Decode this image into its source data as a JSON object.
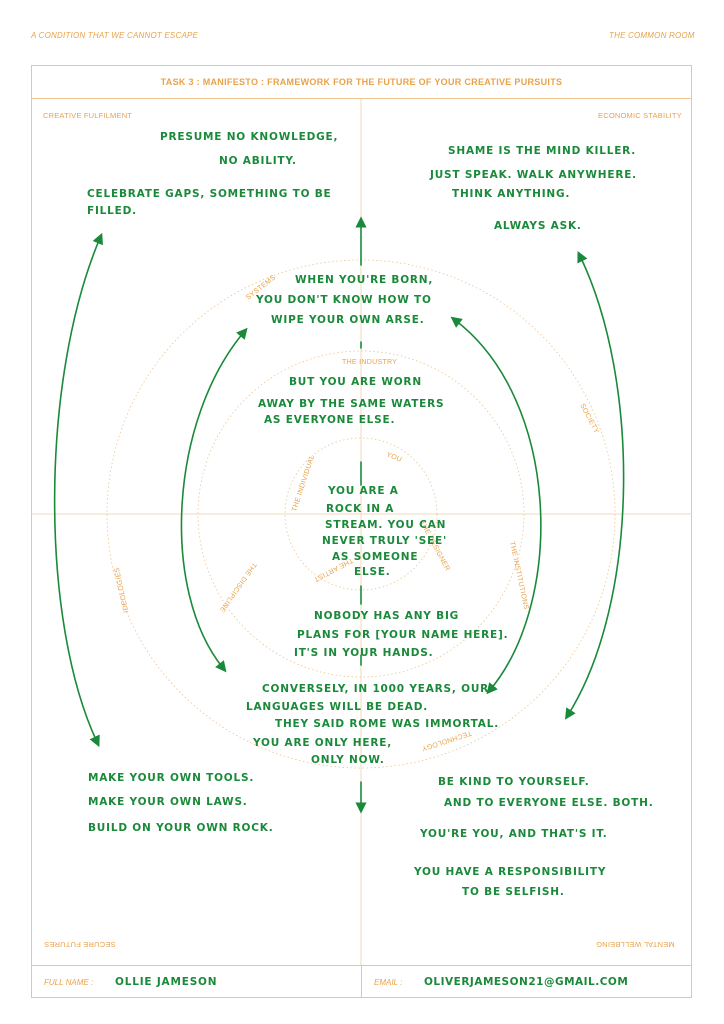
{
  "header": {
    "left": "A CONDITION THAT WE CANNOT ESCAPE",
    "right": "THE COMMON ROOM"
  },
  "title": "TASK 3  :  MANIFESTO  :  FRAMEWORK FOR THE FUTURE OF YOUR CREATIVE PURSUITS",
  "quadrants": {
    "top_left": "CREATIVE FULFILMENT",
    "top_right": "ECONOMIC STABILITY",
    "bottom_left": "SECURE FUTURES",
    "bottom_right": "MENTAL WELLBEING"
  },
  "rings": {
    "outer": [
      "SYSTEMS",
      "SOCIETY",
      "TECHNOLOGY",
      "IDEOLOGIES"
    ],
    "middle": [
      "THE INDUSTRY",
      "THE INSTITUTIONS",
      "THE DISCIPLINE"
    ],
    "inner": [
      "YOU",
      "THE INDIVIDUAL",
      "THE DESIGNER",
      "THE ARTIST"
    ]
  },
  "notes": {
    "tl1": "Presume no knowledge,",
    "tl2": "no ability.",
    "tl3": "Celebrate gaps, something to be",
    "tl4": "filled.",
    "tr1": "Shame is the mind killer.",
    "tr2": "Just speak. Walk anywhere.",
    "tr3": "Think anything.",
    "tr4": "Always ask.",
    "o1": "When you're born,",
    "o2": "you don't know how to",
    "o3": "wipe your own arse.",
    "m1": "But you are worn",
    "m2": "away by the same waters",
    "m3": "as everyone else.",
    "i1": "You are a",
    "i2": "rock in a",
    "i3": "stream. You can",
    "i4": "never truly 'see'",
    "i5": "as someone",
    "i6": "else.",
    "n1": "Nobody has any big",
    "n2": "plans for [your name here].",
    "n3": "It's in your hands.",
    "c1": "Conversely, in 1000 years, our",
    "c2": "languages will be dead.",
    "c3": "They said Rome was immortal.",
    "c4": "You are only here,",
    "c5": "only now.",
    "bl1": "Make your own tools.",
    "bl2": "Make your own laws.",
    "bl3": "Build on your own rock.",
    "br1": "Be kind to yourself.",
    "br2": "And to everyone else. Both.",
    "br3": "You're you, and that's it.",
    "br4": "You have a responsibility",
    "br5": "to be selfish."
  },
  "footer": {
    "name_label": "FULL NAME  :",
    "name_value": "Ollie Jameson",
    "email_label": "EMAIL  :",
    "email_value": "oliverjameson21@gmail.com"
  },
  "colors": {
    "accent": "#e8a24a",
    "ink": "#1a8a3a"
  }
}
